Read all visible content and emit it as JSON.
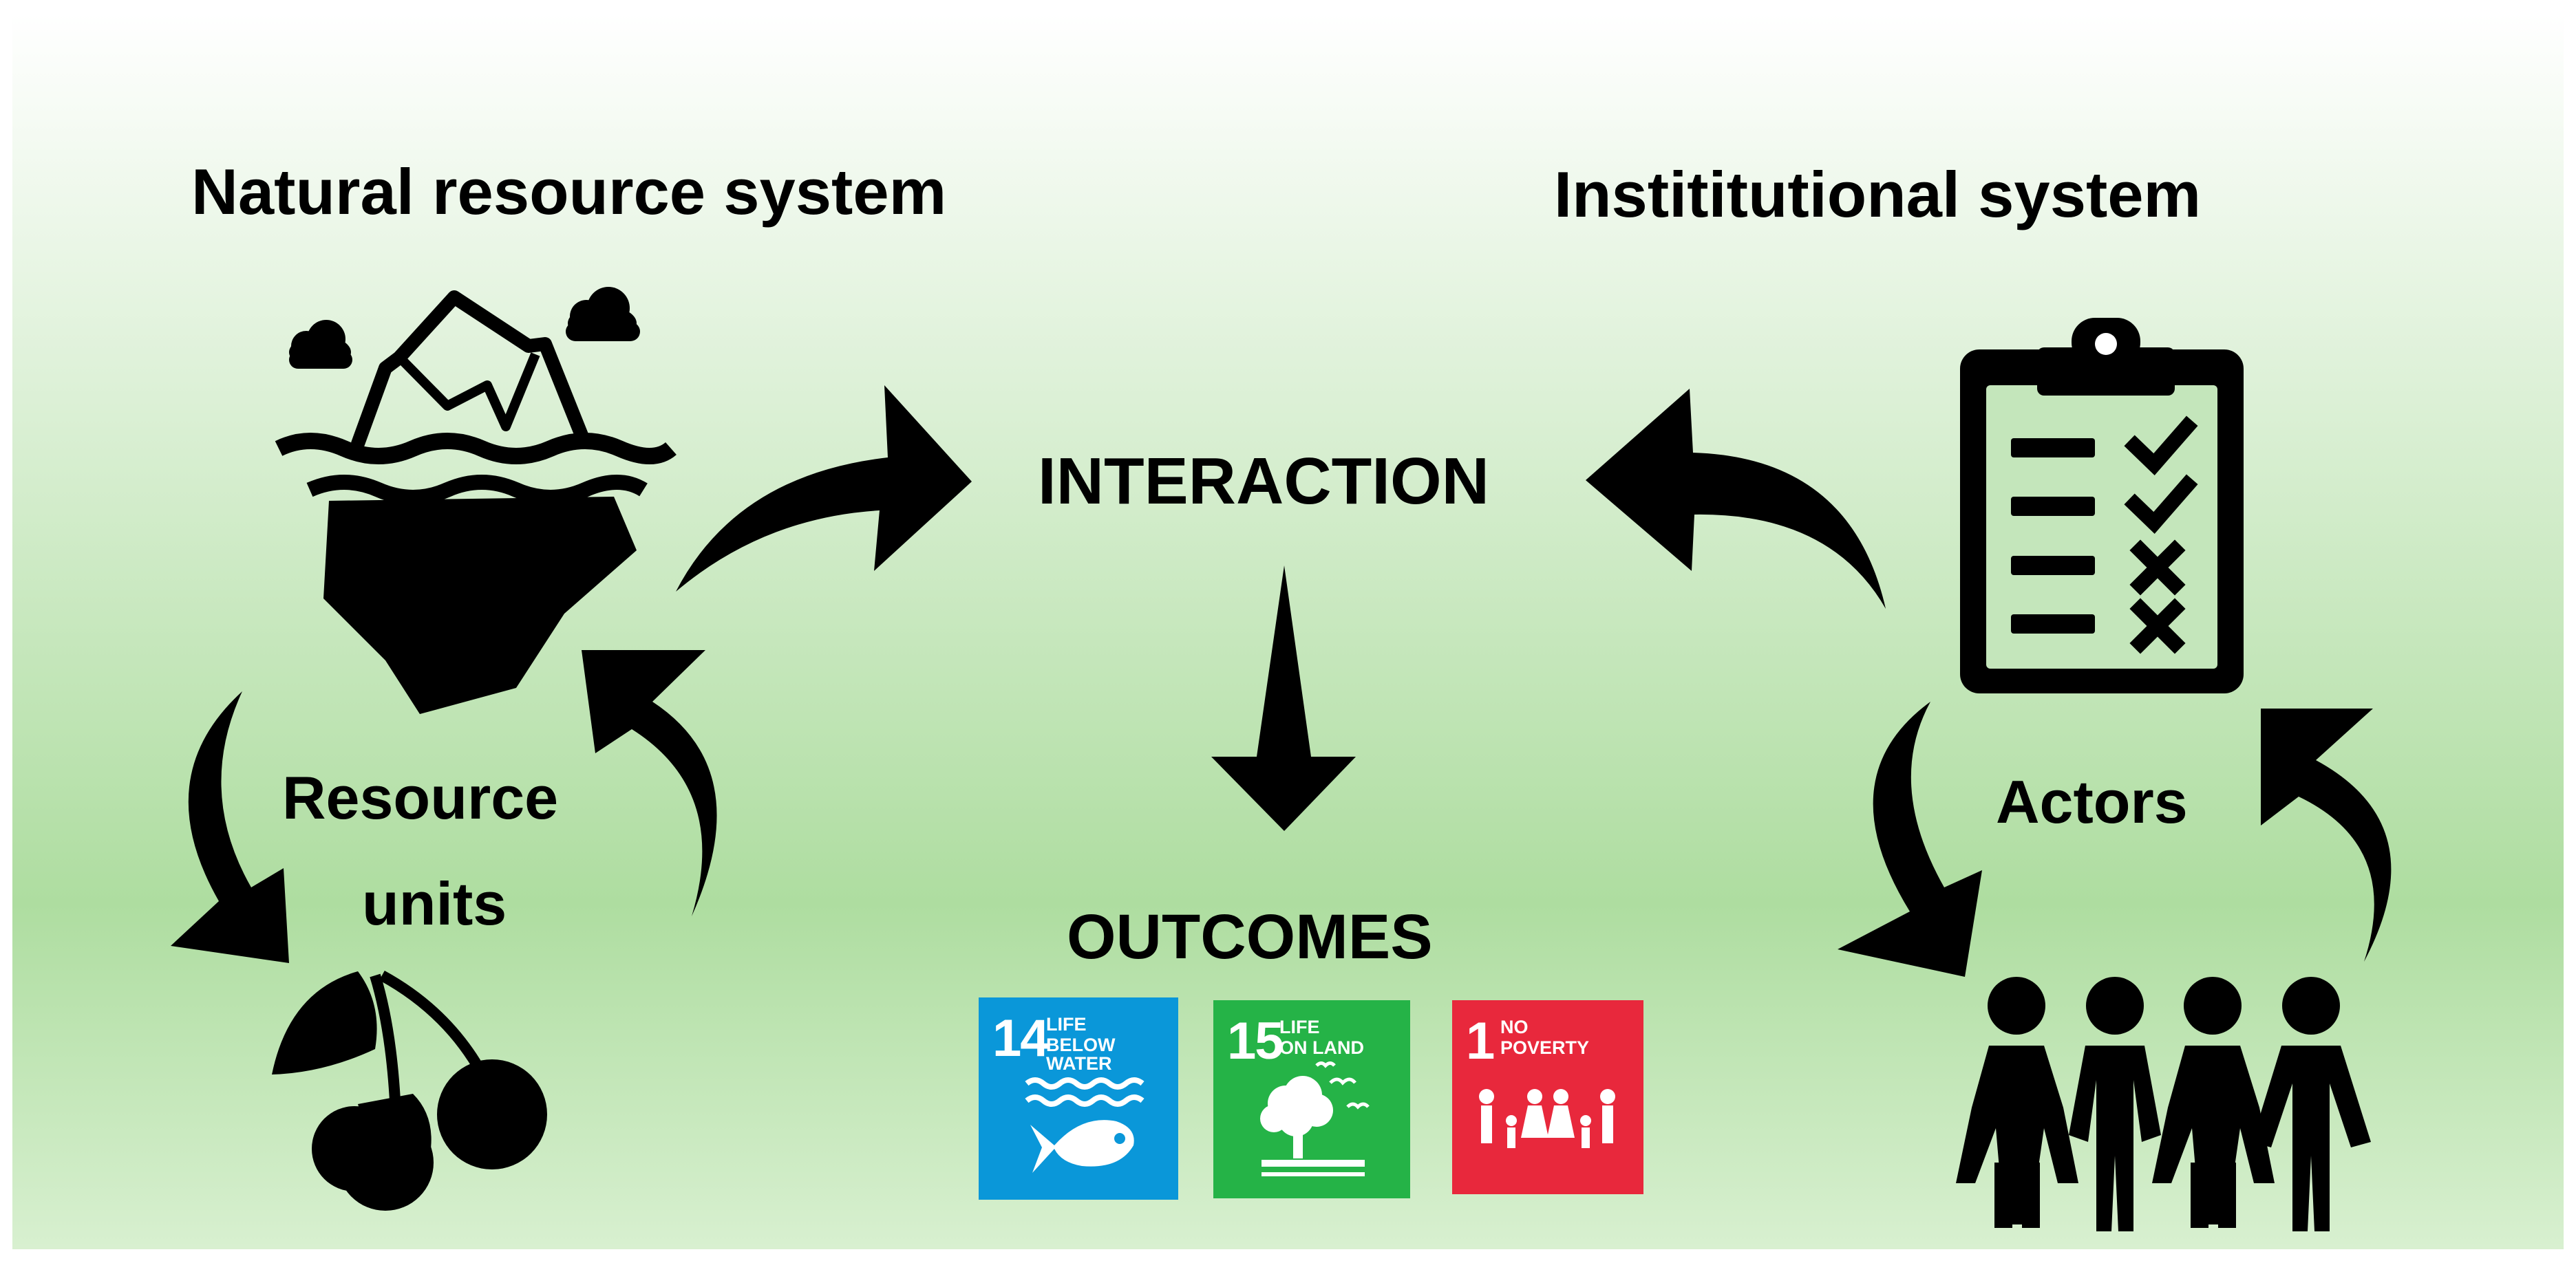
{
  "diagram": {
    "title_left": "Natural resource system",
    "title_right": "Instititutional system",
    "center_label": "INTERACTION",
    "outcomes_label": "OUTCOMES",
    "left_sub_line1": "Resource",
    "left_sub_line2": "units",
    "right_sub": "Actors"
  },
  "sdgs": [
    {
      "number": "14",
      "line1": "LIFE",
      "line2": "BELOW WATER",
      "color": "#0A97D9",
      "icon": "fish-waves-icon"
    },
    {
      "number": "15",
      "line1": "LIFE",
      "line2": "ON LAND",
      "color": "#25B347",
      "icon": "tree-birds-icon"
    },
    {
      "number": "1",
      "line1": "NO",
      "line2": "POVERTY",
      "color": "#E8283C",
      "icon": "family-icon"
    }
  ],
  "colors": {
    "background_top": "#ffffff",
    "background_mid": "#aedda0",
    "background_bottom": "#d6efce",
    "ink": "#000000"
  }
}
